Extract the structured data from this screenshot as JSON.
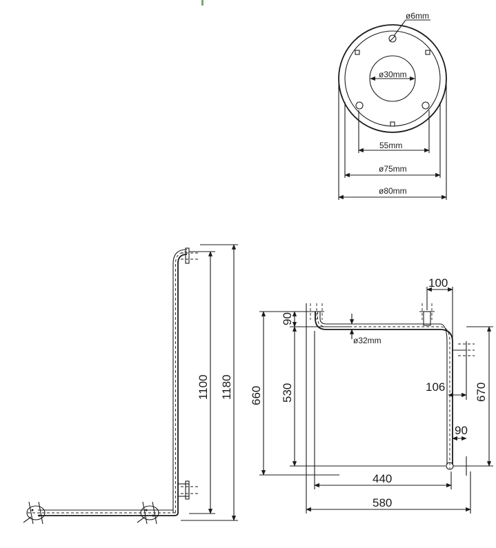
{
  "flange_view": {
    "hole_label": "ø6mm",
    "inner_label": "ø30mm",
    "width_55_label": "55mm",
    "width_75_label": "ø75mm",
    "width_80_label": "ø80mm"
  },
  "side_view": {
    "dim_1100": "1100",
    "dim_1180": "1180"
  },
  "top_view": {
    "dim_100": "100",
    "dim_90_top": "90",
    "dim_32": "ø32mm",
    "dim_660": "660",
    "dim_530": "530",
    "dim_106": "106",
    "dim_670": "670",
    "dim_90_right": "90",
    "dim_440": "440",
    "dim_580": "580"
  }
}
